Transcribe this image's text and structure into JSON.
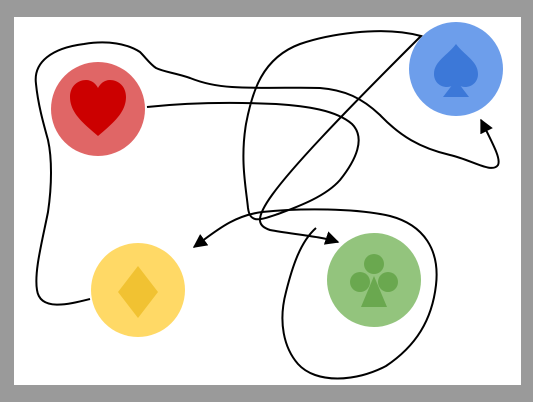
{
  "board": {
    "frame_color": "#9a9a9a",
    "paper_color": "#ffffff"
  },
  "nodes": [
    {
      "id": "heart",
      "icon": "heart-icon",
      "circle_color": "#e06666",
      "symbol_color": "#cc0000"
    },
    {
      "id": "spade",
      "icon": "spade-icon",
      "circle_color": "#6d9eeb",
      "symbol_color": "#3c78d8"
    },
    {
      "id": "diamond",
      "icon": "diamond-icon",
      "circle_color": "#ffd966",
      "symbol_color": "#f1c232"
    },
    {
      "id": "club",
      "icon": "club-icon",
      "circle_color": "#93c47d",
      "symbol_color": "#6aa84f"
    }
  ],
  "paths": [
    {
      "id": "diamond-to-spade",
      "color": "#000000",
      "arrow_end": true,
      "arrow_start": false
    },
    {
      "id": "heart-to-club",
      "color": "#000000",
      "arrow_end": true,
      "arrow_start": false
    },
    {
      "id": "diamond-loop",
      "color": "#000000",
      "arrow_end": false,
      "arrow_start": true
    }
  ]
}
